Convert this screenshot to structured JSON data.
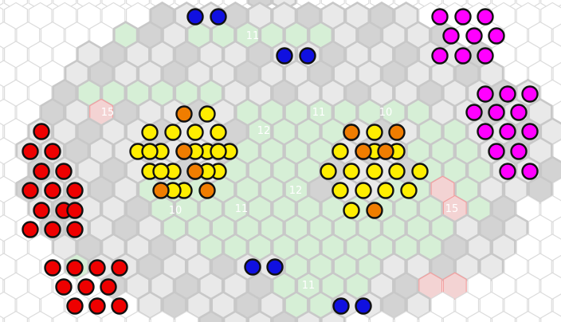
{
  "game": {
    "name": "hex-territory-board",
    "colors": {
      "hex_white": "#ffffff",
      "hex_stroke": "#dcdcdc",
      "hex_grey": "#e9e9e9",
      "hex_grey_dark": "#d3d3d3",
      "hex_green": "#d6efd6",
      "hex_pink": "#f3d3d3",
      "hex_pink_stroke": "#f2a0a0",
      "piece_stroke": "#111111"
    },
    "labels": [
      "11",
      "15",
      "11",
      "10",
      "12",
      "12",
      "10",
      "11",
      "15",
      "11"
    ],
    "armies": [
      {
        "side": "blue",
        "color": "#1010e0",
        "count": 8
      },
      {
        "side": "magenta",
        "color": "#ff00ff",
        "count": 22
      },
      {
        "side": "red",
        "color": "#ee0000",
        "count": 26
      },
      {
        "side": "yellow",
        "color": "#ffee00",
        "count": 38
      },
      {
        "side": "orange",
        "color": "#f07d00",
        "count": 10
      }
    ]
  }
}
